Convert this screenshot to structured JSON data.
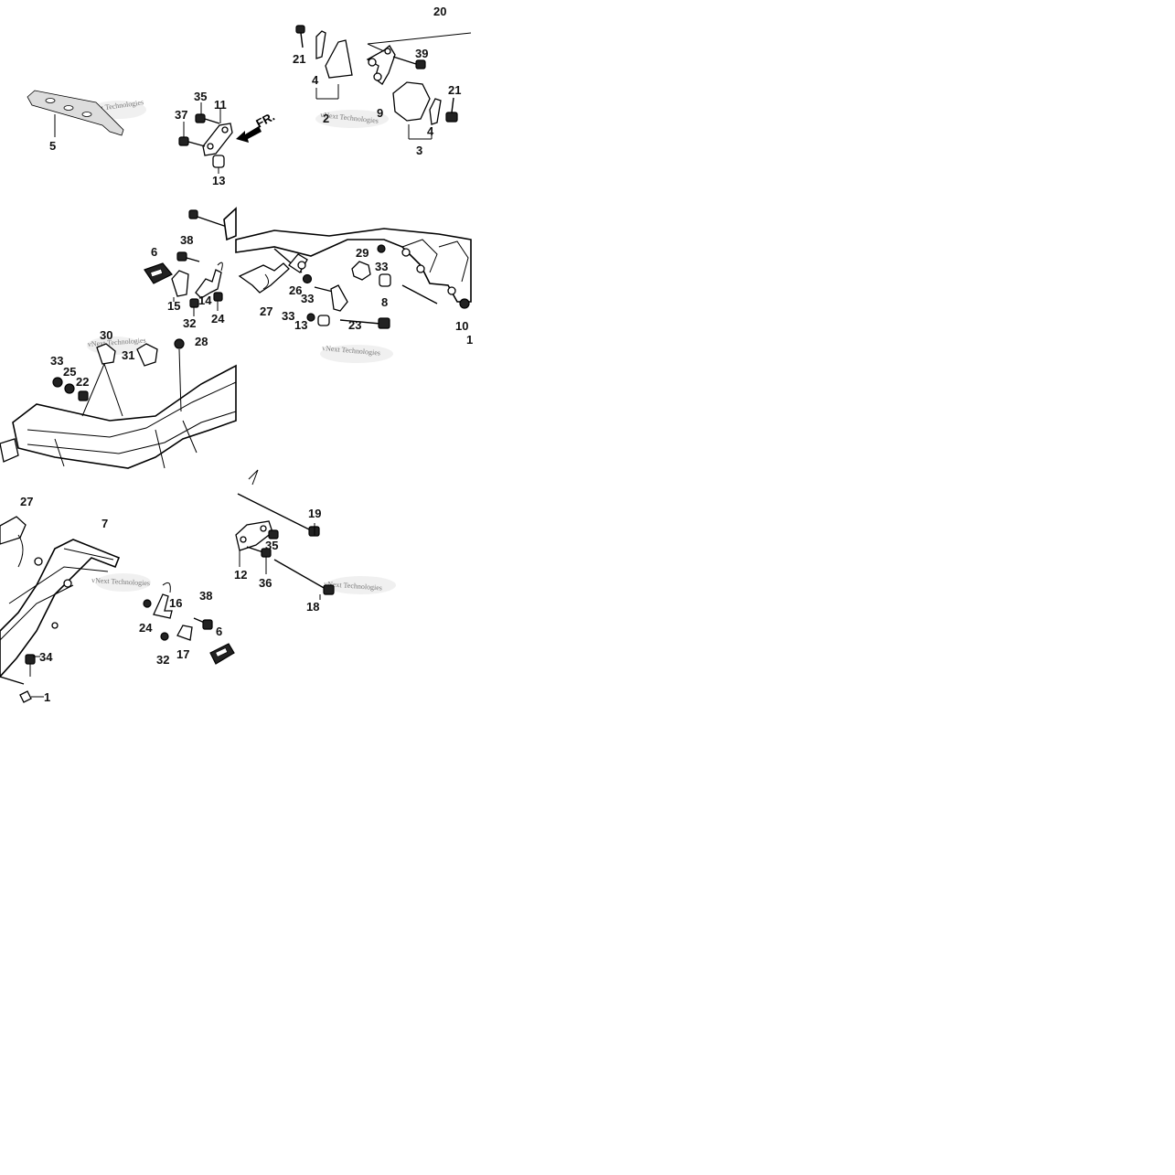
{
  "diagram": {
    "direction_label": "FR.",
    "watermark": "vNext Technologies",
    "part_labels": {
      "p1": "1",
      "p2": "2",
      "p3": "3",
      "p4a": "4",
      "p4b": "4",
      "p5": "5",
      "p6a": "6",
      "p6b": "6",
      "p7": "7",
      "p8": "8",
      "p9": "9",
      "p10": "10",
      "p11": "11",
      "p12": "12",
      "p13a": "13",
      "p13b": "13",
      "p14": "14",
      "p15": "15",
      "p16": "16",
      "p17": "17",
      "p18": "18",
      "p19": "19",
      "p20": "20",
      "p21a": "21",
      "p21b": "21",
      "p22": "22",
      "p23": "23",
      "p24a": "24",
      "p24b": "24",
      "p25": "25",
      "p26": "26",
      "p27a": "27",
      "p27b": "27",
      "p28": "28",
      "p29": "29",
      "p30": "30",
      "p31": "31",
      "p32a": "32",
      "p32b": "32",
      "p33a": "33",
      "p33b": "33",
      "p33c": "33",
      "p33d": "33",
      "p34": "34",
      "p35a": "35",
      "p35b": "35",
      "p36": "36",
      "p37": "37",
      "p38a": "38",
      "p38b": "38",
      "p39": "39"
    }
  }
}
